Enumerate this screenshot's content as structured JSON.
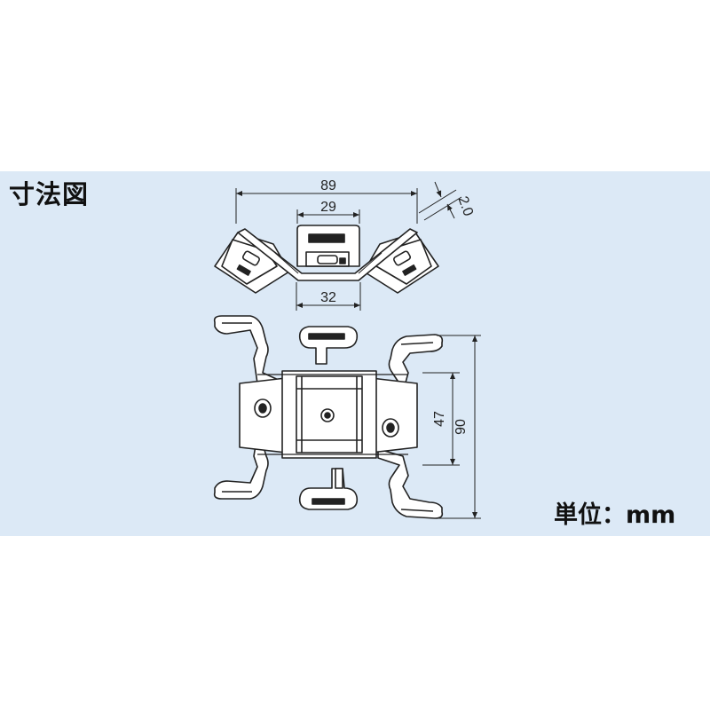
{
  "title": "寸法図",
  "unit_label": "単位：mm",
  "dimensions": {
    "top_overall": "89",
    "top_center": "29",
    "top_thickness": "2.0",
    "top_bottom": "32",
    "bottom_inner": "47",
    "bottom_overall": "90"
  },
  "colors": {
    "panel_background": "#dce9f6",
    "line": "#222222",
    "part_fill": "#ffffff"
  }
}
